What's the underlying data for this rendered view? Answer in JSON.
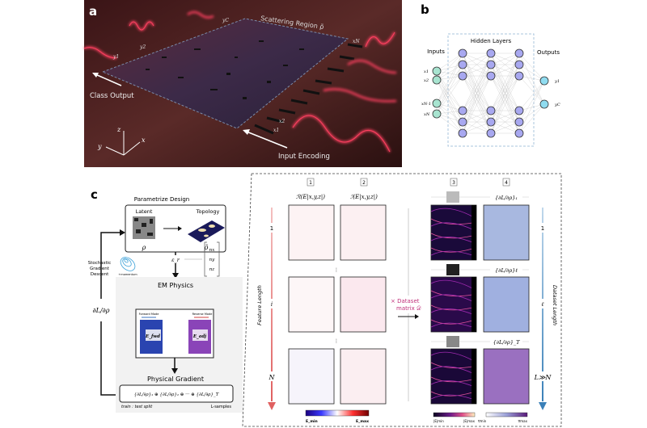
{
  "panel_a": {
    "label": "a",
    "region_label": "Scattering Region ρ̃",
    "outputs": [
      "y1",
      "y2",
      "yC"
    ],
    "inputs": [
      "x1",
      "x2",
      "xN"
    ],
    "class_output": "Class Output",
    "input_encoding": "Input Encoding",
    "axes": [
      "z",
      "y",
      "x"
    ]
  },
  "panel_b": {
    "label": "b",
    "hidden": "Hidden Layers",
    "inputs": "Inputs",
    "outputs": "Outputs",
    "in_nodes": [
      "x1",
      "x2",
      "xN-1",
      "xN"
    ],
    "out_nodes": [
      "y1",
      "yC"
    ]
  },
  "panel_c": {
    "label": "c",
    "param_title": "Parametrize Design",
    "latent": "Latent",
    "topology": "Topology",
    "rho": "ρ",
    "rho_tilde": "ρ̃",
    "eps": "ε_r",
    "vec": [
      "nx",
      "ny",
      "nz"
    ],
    "sgd": [
      "Stochastic",
      "Gradient",
      "Descent"
    ],
    "momentum": "+momentum",
    "grad_label": "∂L/∂ρ",
    "em_title": "EM Physics",
    "forward": "Forward Mode",
    "reverse": "Reverse Mode",
    "e_fwd": "E_fwd",
    "e_adj": "E_adj",
    "phys_title": "Physical Gradient",
    "phys_formula": "{∂L/∂ρ}₁ ⊕ {∂L/∂ρ}₂ ⊕ ··· ⊕ {∂L/∂ρ}_T",
    "split": "train : test split",
    "samples": "L-samples",
    "col_nums": [
      "1",
      "2",
      "3",
      "4"
    ],
    "col1": "ℛ(E|x,y,z|)",
    "col2": "ℐ(E|x,y,z|)",
    "grad_rows": [
      "{∂L/∂ρ}₁",
      "{∂L/∂ρ}ℓ",
      "{∂L/∂ρ}_T"
    ],
    "feature_length": "Feature Length",
    "feature_ticks": [
      "1",
      "i",
      "N"
    ],
    "dataset_length": "Dataset Length",
    "dataset_ticks": [
      "1",
      "ℓ",
      "L≫N"
    ],
    "dataset_matrix": [
      "× Dataset",
      "matrix 𝒟"
    ],
    "cbar1": [
      "E_min",
      "E_max"
    ],
    "cbar2": [
      "|E|min",
      "|E|max"
    ],
    "cbar3": [
      "∇min",
      "∇max"
    ]
  }
}
